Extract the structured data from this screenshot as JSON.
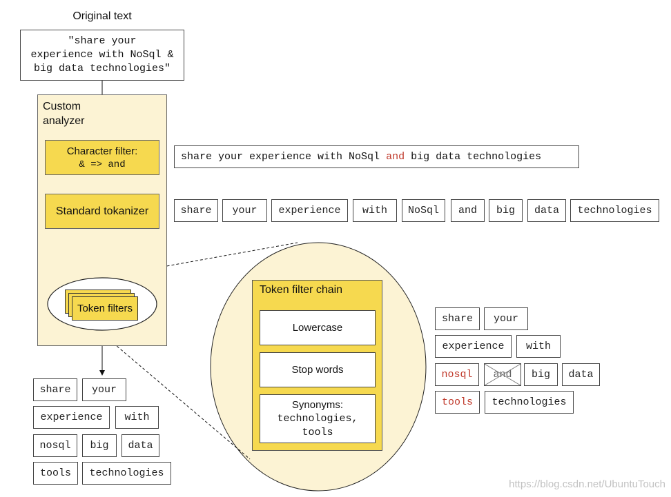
{
  "original": {
    "title": "Original text",
    "text": "\"share your\nexperience with NoSql &\nbig data technologies\""
  },
  "analyzer": {
    "label": "Custom\nanalyzer",
    "char_filter": {
      "title": "Character filter:",
      "rule": "& => and"
    },
    "tokenizer": "Standard tokanizer",
    "token_filters": "Token filters"
  },
  "char_filtered": {
    "before": "share your experience with NoSql ",
    "highlight": "and",
    "after": " big data technologies"
  },
  "tokenized": [
    "share",
    "your",
    "experience",
    "with",
    "NoSql",
    "and",
    "big",
    "data",
    "technologies"
  ],
  "filter_chain": {
    "title": "Token filter chain",
    "lowercase": "Lowercase",
    "stop_words": "Stop words",
    "synonyms_title": "Synonyms:",
    "synonyms_line1": "technologies,",
    "synonyms_line2": "tools"
  },
  "right_tokens": {
    "share": "share",
    "your": "your",
    "experience": "experience",
    "with": "with",
    "nosql": "nosql",
    "and": "and",
    "big": "big",
    "data": "data",
    "tools": "tools",
    "technologies": "technologies"
  },
  "output_tokens": [
    "share",
    "your",
    "experience",
    "with",
    "nosql",
    "big",
    "data",
    "tools",
    "technologies"
  ],
  "colors": {
    "panel": "#fcf3d4",
    "box": "#f6d94f",
    "highlight": "#c0392b"
  },
  "watermark": "https://blog.csdn.net/UbuntuTouch"
}
